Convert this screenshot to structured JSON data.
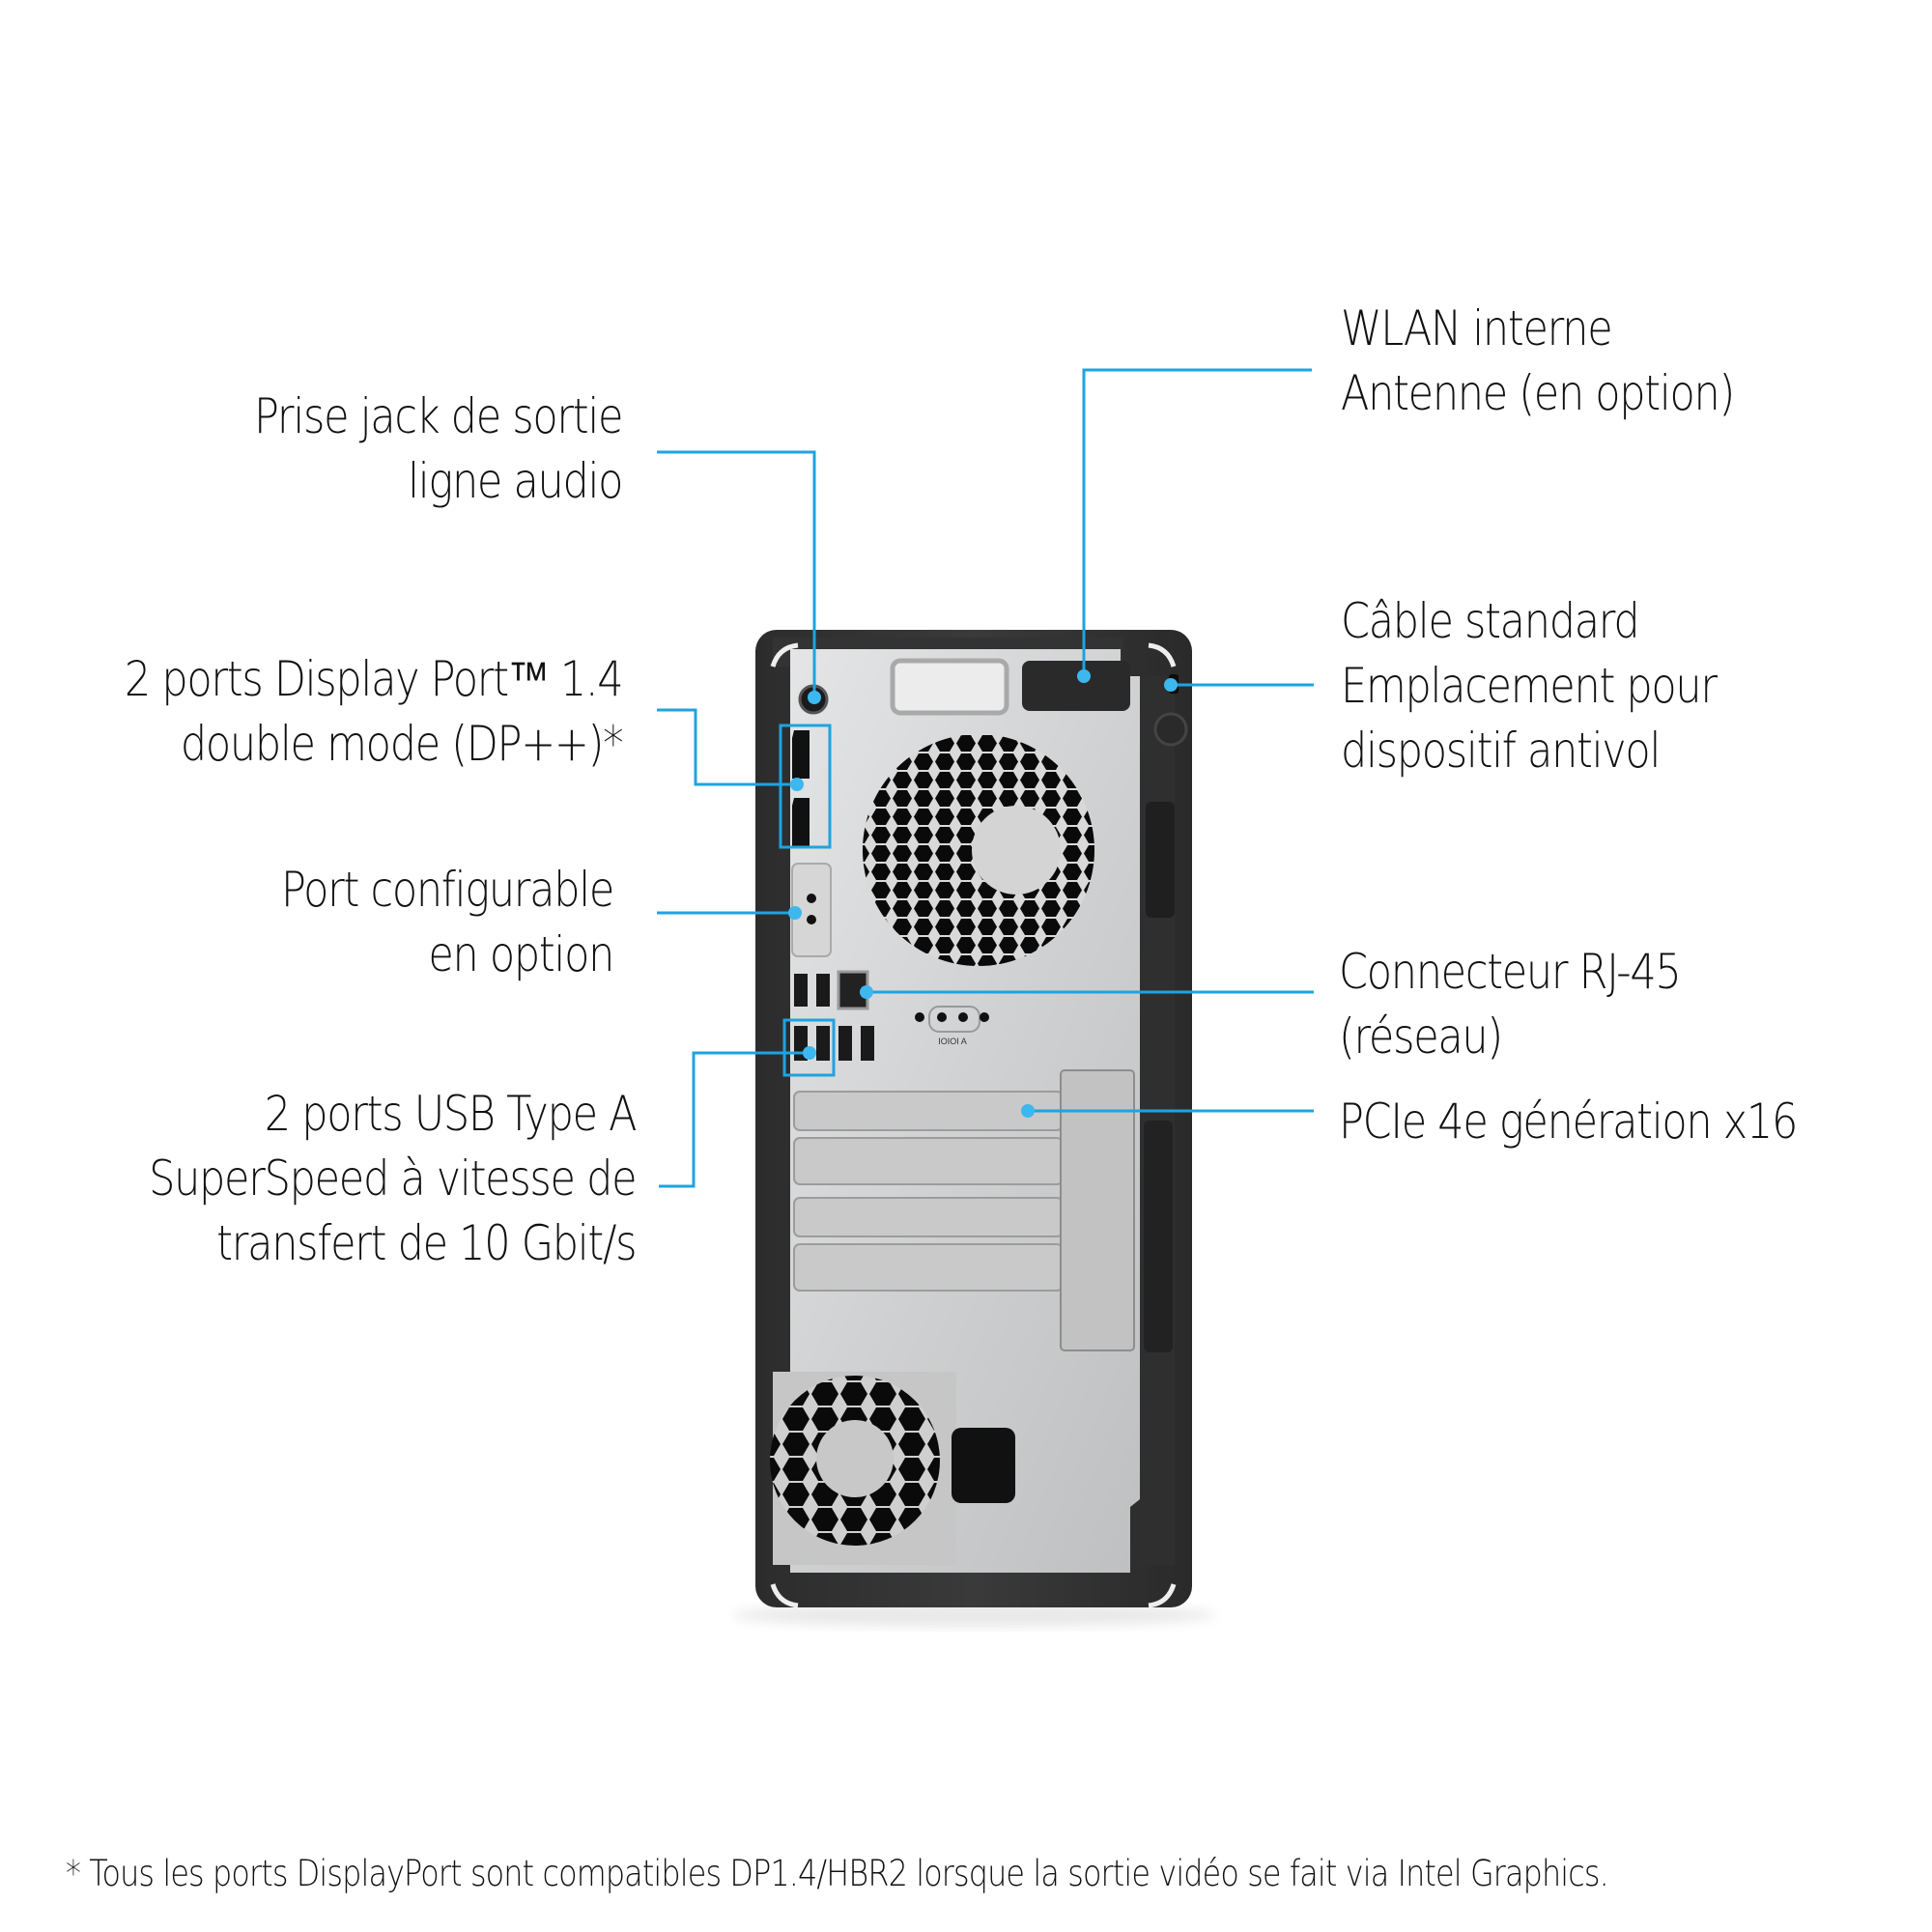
{
  "diagram": {
    "subject": "Desktop tower rear I/O panel",
    "accent_color": "#1fa3e0",
    "callouts_left": [
      {
        "id": "audio-out",
        "lines": [
          "Prise jack de sortie",
          "ligne audio"
        ]
      },
      {
        "id": "displayport",
        "lines": [
          "2 ports Display Port™ 1.4",
          "double mode (DP++)*"
        ]
      },
      {
        "id": "flex-port",
        "lines": [
          "Port configurable",
          "en option"
        ]
      },
      {
        "id": "usb-superspeed",
        "lines": [
          "2 ports USB Type A",
          "SuperSpeed à vitesse de",
          "transfert de 10 Gbit/s"
        ]
      }
    ],
    "callouts_right": [
      {
        "id": "wlan-antenna",
        "lines": [
          "WLAN interne",
          "Antenne (en option)"
        ]
      },
      {
        "id": "security-lock",
        "lines": [
          "Câble standard",
          "Emplacement pour",
          "dispositif antivol"
        ]
      },
      {
        "id": "rj45",
        "lines": [
          "Connecteur RJ-45",
          "(réseau)"
        ]
      },
      {
        "id": "pcie",
        "lines": [
          "PCIe 4e génération x16"
        ]
      }
    ],
    "panel_markings": {
      "serial_label": "IOIOI A"
    },
    "footnote": "* Tous les ports DisplayPort sont compatibles DP1.4/HBR2 lorsque la sortie vidéo se fait via Intel Graphics."
  }
}
